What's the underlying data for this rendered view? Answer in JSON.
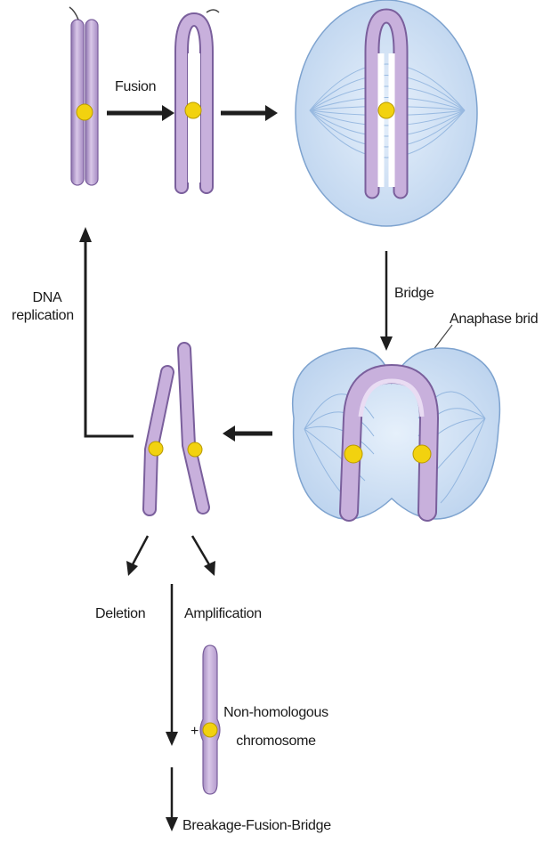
{
  "labels": {
    "fusion": "Fusion",
    "dna_replication_line1": "DNA",
    "dna_replication_line2": "replication",
    "bridge": "Bridge",
    "anaphase_bridge": "Anaphase brid",
    "deletion": "Deletion",
    "amplification": "Amplification",
    "plus": "+",
    "non_homologous_line1": "Non-homologous",
    "non_homologous_line2": "chromosome",
    "breakage_fusion_bridge": "Breakage-Fusion-Bridge"
  },
  "colors": {
    "chromosome_fill": "#c4a9d8",
    "chromosome_dark": "#9478b4",
    "centromere": "#f2d20f",
    "cell_fill": "#cfe1f4",
    "spindle": "#8fb4de",
    "arrow": "#1e1e1e"
  }
}
